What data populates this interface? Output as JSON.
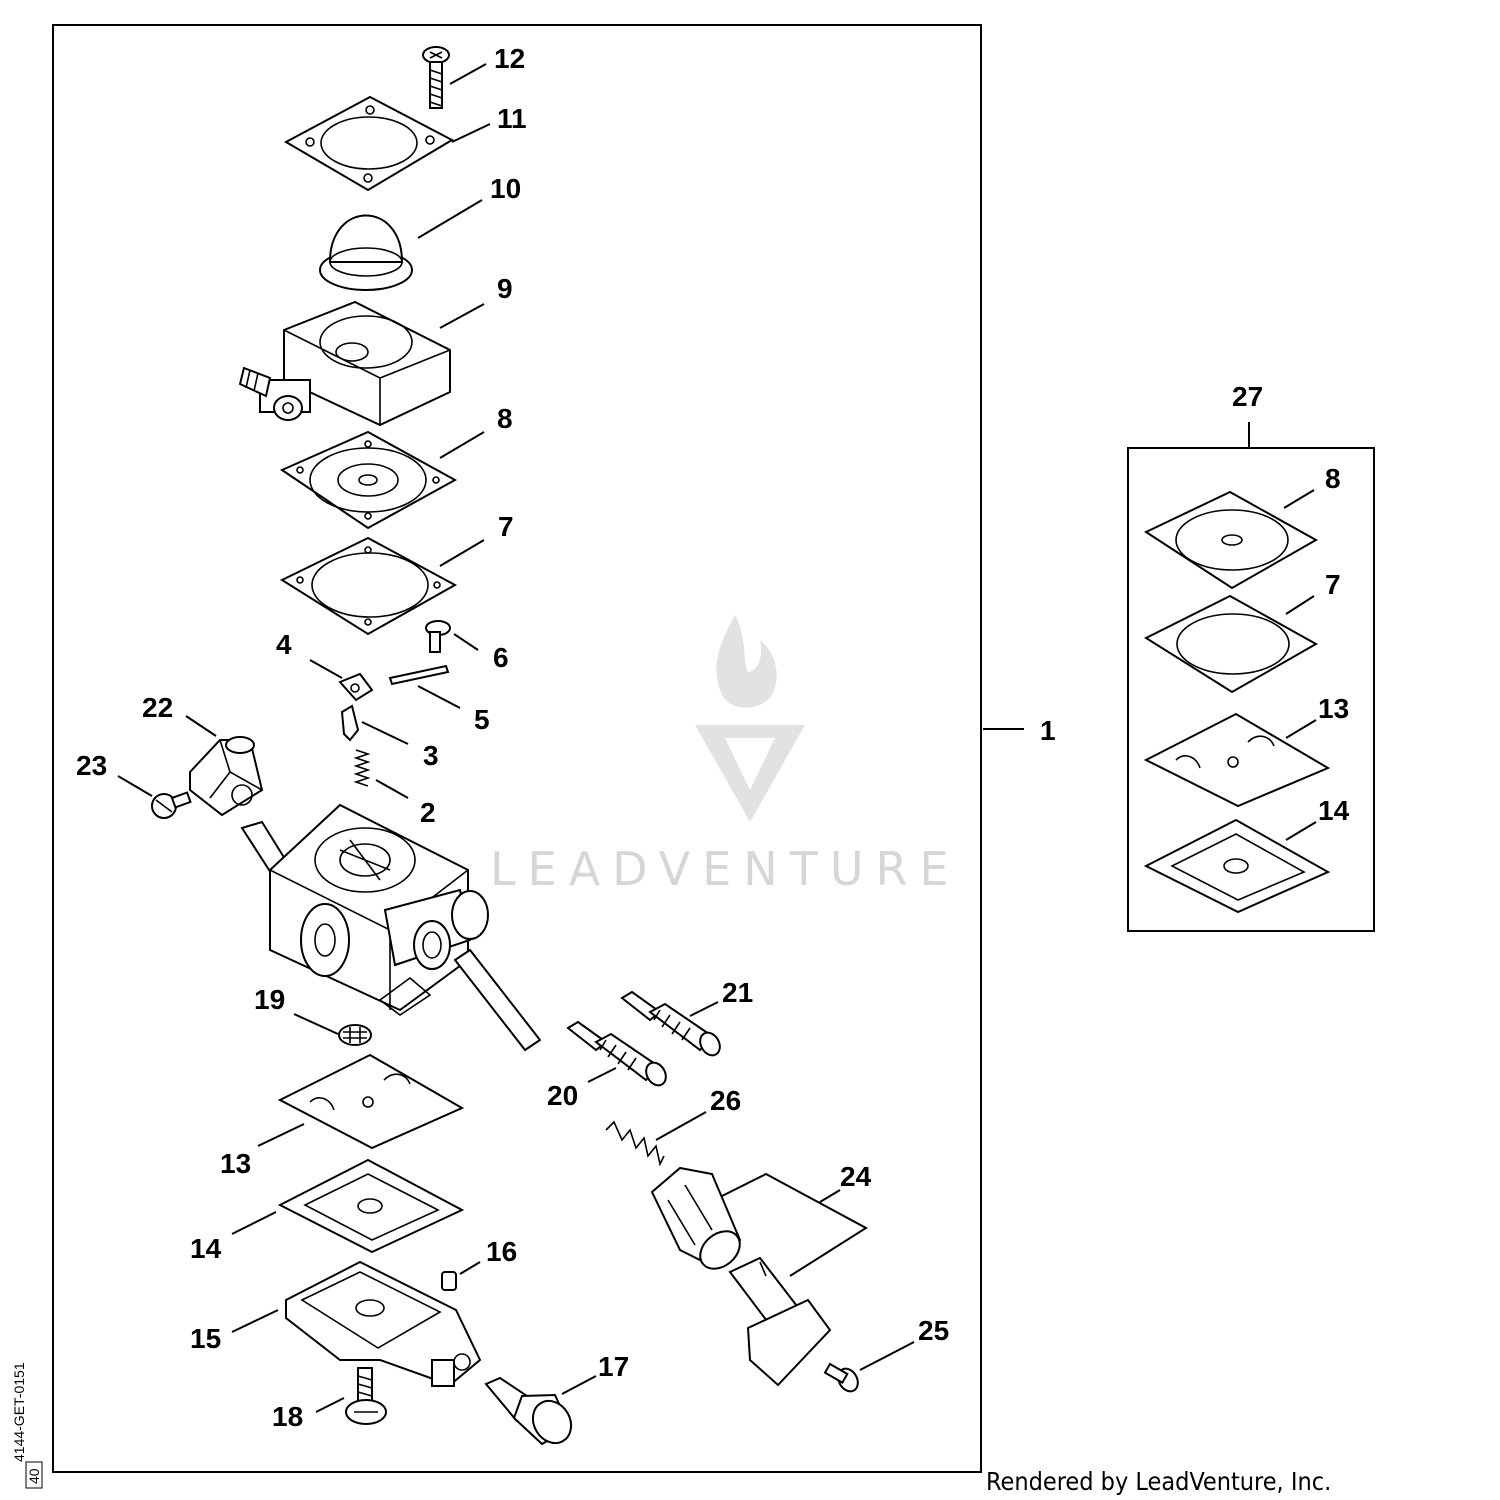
{
  "watermark": "LEADVENTURE",
  "footer": "Rendered by LeadVenture, Inc.",
  "drawing_code": "4144-GET-0151",
  "drawing_rev": "40",
  "callouts": {
    "c1": "1",
    "c2": "2",
    "c3": "3",
    "c4": "4",
    "c5": "5",
    "c6": "6",
    "c7": "7",
    "c8": "8",
    "c9": "9",
    "c10": "10",
    "c11": "11",
    "c12": "12",
    "c13": "13",
    "c14": "14",
    "c15": "15",
    "c16": "16",
    "c17": "17",
    "c18": "18",
    "c19": "19",
    "c20": "20",
    "c21": "21",
    "c22": "22",
    "c23": "23",
    "c24": "24",
    "c25": "25",
    "c26": "26",
    "c27": "27"
  },
  "kit_callouts": {
    "k8": "8",
    "k7": "7",
    "k13": "13",
    "k14": "14"
  }
}
